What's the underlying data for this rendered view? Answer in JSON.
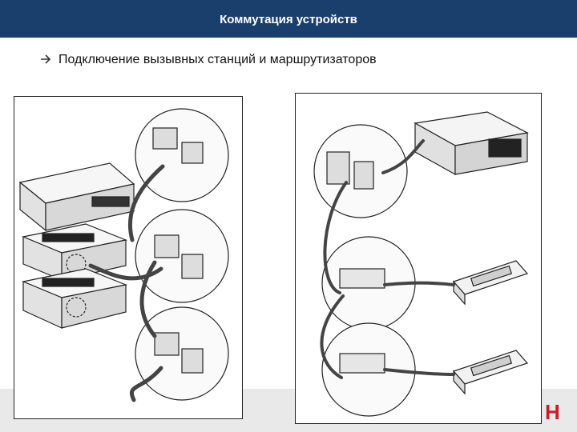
{
  "header": {
    "title": "Коммутация устройств"
  },
  "content": {
    "bullet_icon": "arrow-right-icon",
    "bullet_text": "Подключение вызывных станций и маршрутизаторов"
  },
  "figures": {
    "left": {
      "description_icon": "router-stack-wiring-diagram"
    },
    "right": {
      "description_icon": "router-callstation-wiring-diagram"
    }
  },
  "footer": {
    "logo_text": "H"
  },
  "colors": {
    "header_bg": "#1a3f6c",
    "footer_bg": "#e9e9e9",
    "logo": "#cc1c2c"
  }
}
